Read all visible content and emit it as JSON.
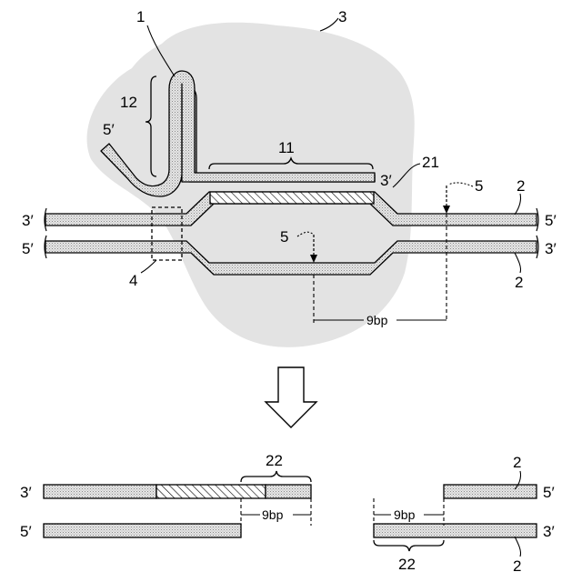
{
  "labels": {
    "strand1_ref": "1",
    "cas_ref": "3",
    "five_prime_tail": "5′",
    "region12": "12",
    "region11": "11",
    "three_prime_guide": "3′",
    "ref21": "21",
    "cut_top_ref": "5",
    "cut_bottom_ref": "5",
    "pam_ref": "4",
    "dna_ref_top": "2",
    "dna_ref_bottom": "2",
    "dna_left_top_end": "3′",
    "dna_left_bottom_end": "5′",
    "dna_right_top_end": "5′",
    "dna_right_bottom_end": "3′",
    "distance": "9bp"
  },
  "result": {
    "left_overhang_ref": "22",
    "left_distance": "9bp",
    "left_top_end": "3′",
    "left_bottom_end": "5′",
    "right_ref_top": "2",
    "right_top_end": "5′",
    "right_bottom_end": "3′",
    "right_distance": "9bp",
    "right_overhang_ref": "22",
    "right_ref_bottom": "2"
  },
  "colors": {
    "blob": "#e2e2e2",
    "strand_fill": "#d9d9d9",
    "line": "#000000"
  }
}
